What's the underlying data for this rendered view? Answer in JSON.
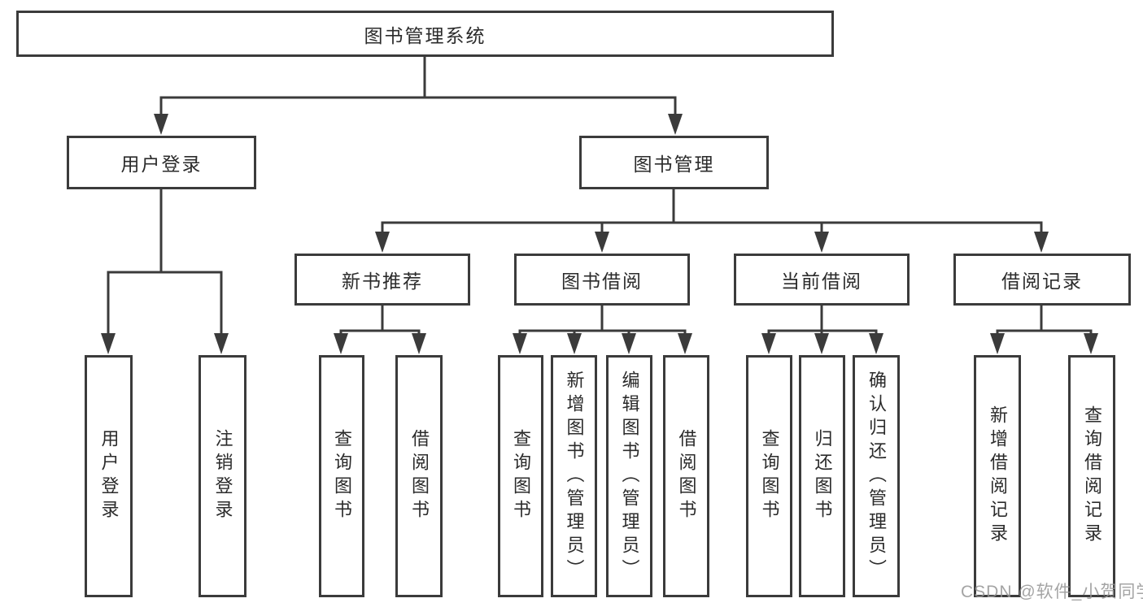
{
  "root": {
    "label": "图书管理系统"
  },
  "level2": {
    "user_login": {
      "label": "用户登录",
      "children": [
        "用户登录",
        "注销登录"
      ]
    },
    "book_mgmt": {
      "label": "图书管理"
    }
  },
  "level3": {
    "new_book_rec": {
      "label": "新书推荐",
      "children": [
        "查询图书",
        "借阅图书"
      ]
    },
    "book_borrow": {
      "label": "图书借阅",
      "children": [
        "查询图书",
        "新增图书（管理员）",
        "编辑图书（管理员）",
        "借阅图书"
      ]
    },
    "current_borrow": {
      "label": "当前借阅",
      "children": [
        "查询图书",
        "归还图书",
        "确认归还（管理员）"
      ]
    },
    "borrow_records": {
      "label": "借阅记录",
      "children": [
        "新增借阅记录",
        "查询借阅记录"
      ]
    }
  },
  "watermark": {
    "text": "CSDN @软件_小贺同学"
  },
  "colors": {
    "line": "#3b3b3b",
    "border": "#3b3b3b",
    "text": "#2b2b2b",
    "watermark": "#949494",
    "background": "#ffffff"
  }
}
